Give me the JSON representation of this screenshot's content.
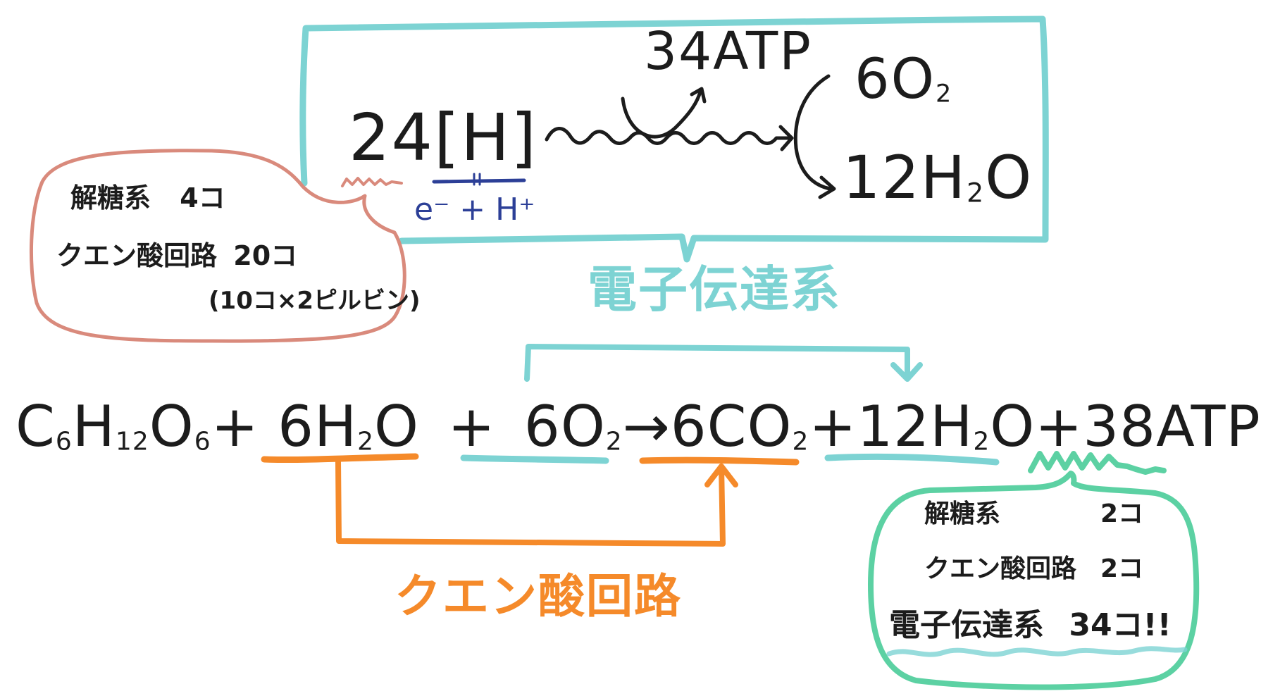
{
  "colors": {
    "ink": "#1c1c1c",
    "teal": "#7dd3d3",
    "orange": "#f58a2a",
    "pink": "#d98a7c",
    "navy": "#2c3f97",
    "green": "#5cd1a3"
  },
  "electron_transport_box": {
    "reactant": "24[H]",
    "reactant_annotation": "e⁻ + H⁺",
    "atp_output": "34ATP",
    "oxygen_input": "6O",
    "oxygen_input_sub": "2",
    "water_output": "12H",
    "water_output_sub": "2",
    "water_output_tail": "O"
  },
  "hydrogen_source_bubble": {
    "lines": [
      {
        "label": "解糖系",
        "value": "4コ"
      },
      {
        "label": "クエン酸回路",
        "value": "20コ"
      },
      {
        "label": "",
        "value": "(10コ×2ピルビン)"
      }
    ]
  },
  "electron_transport_label": "電子伝達系",
  "citric_acid_cycle_label": "クエン酸回路",
  "equation": {
    "terms": [
      {
        "text": "C",
        "sub": "6"
      },
      {
        "text": "H",
        "sub": "12"
      },
      {
        "text": "O",
        "sub": "6"
      },
      {
        "text": "+"
      },
      {
        "text": "6H",
        "sub": "2"
      },
      {
        "text": "O"
      },
      {
        "text": "+"
      },
      {
        "text": "6O",
        "sub": "2"
      },
      {
        "text": "→"
      },
      {
        "text": "6CO",
        "sub": "2"
      },
      {
        "text": "+"
      },
      {
        "text": "12H",
        "sub": "2"
      },
      {
        "text": "O"
      },
      {
        "text": "+"
      },
      {
        "text": "38ATP"
      }
    ]
  },
  "atp_breakdown_bubble": {
    "lines": [
      {
        "label": "解糖系",
        "value": "2コ"
      },
      {
        "label": "クエン酸回路",
        "value": "2コ"
      },
      {
        "label": "電子伝達系",
        "value": "34コ!!"
      }
    ]
  }
}
